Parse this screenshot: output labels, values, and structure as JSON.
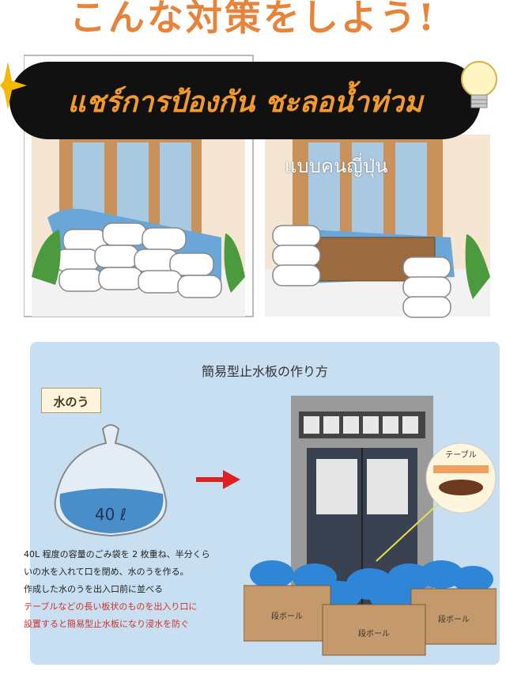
{
  "headline": "こんな対策をしよう!",
  "banner": {
    "title": "แชร์การป้องกัน ชะลอน้ำท่วม"
  },
  "subtitle": "แบบคนญี่ปุ่น",
  "panel": {
    "title": "簡易型止水板の作り方",
    "bag_label": "水のう",
    "bag_volume": "40 ℓ",
    "table_label": "テーブル",
    "box_label": "段ボール",
    "desc_lines": [
      "40L 程度の容量のごみ袋を 2 枚重ね、半分くら",
      "いの水を入れて口を閉め、水のうを作る。",
      "作成した水のうを出入口前に並べる"
    ],
    "desc_red_lines": [
      "テーブルなどの長い板状のものを出入り口に",
      "設置すると簡易型止水板になり浸水を防ぐ"
    ]
  },
  "colors": {
    "headline": "#e8833a",
    "banner_text": "#f39a2b",
    "arrow": "#e02020",
    "panel_bg": "#c7dff0"
  },
  "icons": [
    "sparkle-icon",
    "lightbulb-icon",
    "arrow-right-icon"
  ]
}
